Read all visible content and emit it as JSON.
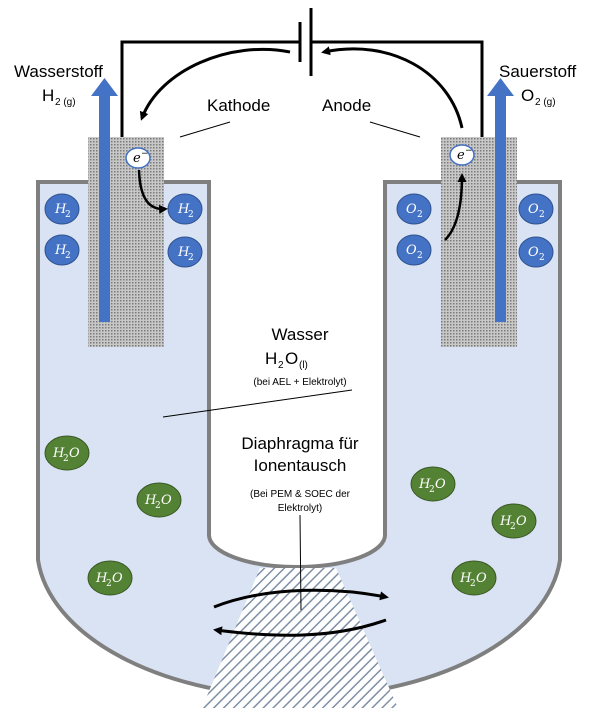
{
  "labels": {
    "hydrogen_name": "Wasserstoff",
    "hydrogen_formula": "H",
    "hydrogen_sub": "2 (g)",
    "oxygen_name": "Sauerstoff",
    "oxygen_formula": "O",
    "oxygen_sub": "2 (g)",
    "cathode": "Kathode",
    "anode": "Anode",
    "water_title": "Wasser",
    "water_formula": "H",
    "water_sub_2": "2",
    "water_O": "O",
    "water_phase": "(l)",
    "water_note": "(bei AEL + Elektrolyt)",
    "diaphragm_line1": "Diaphragma für",
    "diaphragm_line2": "Ionentausch",
    "diaphragm_note_line1": "(Bei PEM & SOEC der",
    "diaphragm_note_line2": "Elektrolyt)"
  },
  "molecules": {
    "h2": {
      "main": "H",
      "sub": "2"
    },
    "o2": {
      "main": "O",
      "sub": "2"
    },
    "h2o": {
      "main": "H",
      "sub": "2",
      "tail": "O"
    },
    "electron": {
      "main": "e",
      "sup": "−"
    }
  },
  "colors": {
    "electrolyte": "#dae3f3",
    "vessel_outline": "#7f7f7f",
    "gas_arrow": "#4472c4",
    "gas_molecule": "#4472c4",
    "water_molecule": "#548235",
    "electrode": "#a6a6a6",
    "wire": "#000000"
  },
  "icons": {
    "battery": "battery-icon",
    "diaphragm": "hatched-trapezoid"
  }
}
